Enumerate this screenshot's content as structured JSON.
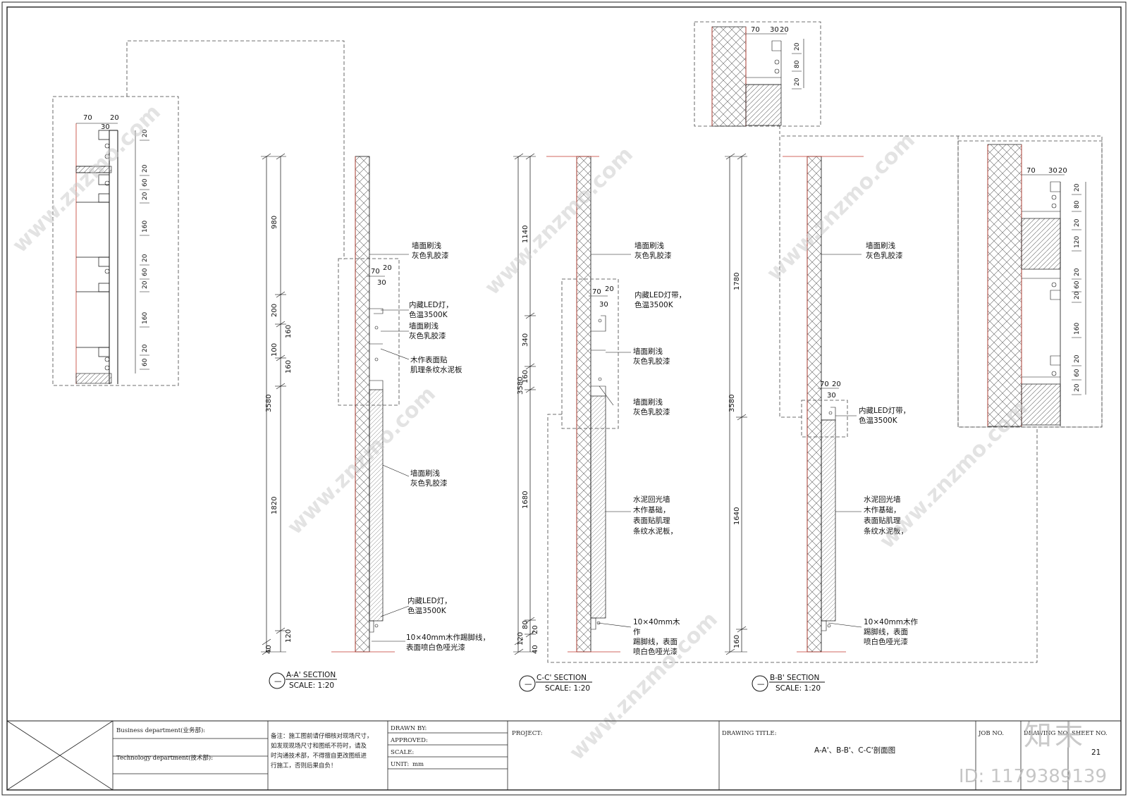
{
  "sections": {
    "aa": {
      "title": "A-A' SECTION",
      "scale": "SCALE: 1:20",
      "mark": "—",
      "dims": [
        "3580",
        "980",
        "200",
        "100",
        "1820",
        "40",
        "160",
        "160",
        "120"
      ],
      "detail_top": [
        "70",
        "20",
        "30"
      ],
      "labels": {
        "paint1": [
          "墙面刷浅",
          "灰色乳胶漆"
        ],
        "led1": [
          "内藏LED灯，",
          "色温3500K"
        ],
        "paint2": [
          "墙面刷浅",
          "灰色乳胶漆"
        ],
        "wood": [
          "木作表面贴",
          "肌理条纹水泥板"
        ],
        "paint3": [
          "墙面刷浅",
          "灰色乳胶漆"
        ],
        "led2": [
          "内藏LED灯，",
          "色温3500K"
        ],
        "skirting": [
          "10×40mm木作踢脚线，",
          "表面喷白色哑光漆"
        ]
      }
    },
    "cc": {
      "title": "C-C' SECTION",
      "scale": "SCALE: 1:20",
      "mark": "—",
      "dims": [
        "3580",
        "1140",
        "340",
        "160",
        "1680",
        "80",
        "120",
        "20",
        "40"
      ],
      "detail_top": [
        "70",
        "20",
        "30"
      ],
      "labels": {
        "paint1": [
          "墙面刷浅",
          "灰色乳胶漆"
        ],
        "led1": [
          "内藏LED灯带，",
          "色温3500K"
        ],
        "paint2": [
          "墙面刷浅",
          "灰色乳胶漆"
        ],
        "paint3": [
          "墙面刷浅",
          "灰色乳胶漆"
        ],
        "cement": [
          "水泥回光墙",
          "木作基础，",
          "表面贴肌理",
          "条纹水泥板，"
        ],
        "skirting": [
          "10×40mm木",
          "作",
          "踢脚线，表面",
          "喷白色哑光漆"
        ]
      }
    },
    "bb": {
      "title": "B-B' SECTION",
      "scale": "SCALE: 1:20",
      "mark": "—",
      "dims": [
        "3580",
        "1780",
        "1640",
        "160"
      ],
      "detail_top": [
        "70",
        "20",
        "30"
      ],
      "labels": {
        "paint1": [
          "墙面刷浅",
          "灰色乳胶漆"
        ],
        "led1": [
          "内藏LED灯带，",
          "色温3500K"
        ],
        "cement": [
          "水泥回光墙",
          "木作基础，",
          "表面贴肌理",
          "条纹水泥板，"
        ],
        "skirting": [
          "10×40mm木作",
          "踢脚线，表面",
          "喷白色哑光漆"
        ]
      }
    }
  },
  "detail_a": {
    "top": [
      "70",
      "20",
      "30"
    ],
    "dims": [
      "20",
      "20",
      "60",
      "20",
      "160",
      "20",
      "60",
      "20",
      "160",
      "20",
      "60"
    ]
  },
  "detail_b": {
    "top": [
      "70",
      "30",
      "20"
    ],
    "dims": [
      "20",
      "80",
      "20"
    ]
  },
  "detail_c": {
    "top": [
      "70",
      "30",
      "20"
    ],
    "dims": [
      "20",
      "80",
      "20",
      "120",
      "20",
      "60",
      "20",
      "160",
      "20",
      "60",
      "20"
    ]
  },
  "title_block": {
    "business": "Business department(业务部):",
    "technology": "Technology department(技术部):",
    "notes": [
      "备注：施工图前请仔细核对现场尺寸，",
      "如发现现场尺寸和图纸不符时，请及",
      "时沟通技术部，不得擅自更改图纸进",
      "行施工，否则后果自负！"
    ],
    "drawn_by": "DRAWN BY:",
    "approved": "APPROVED:",
    "scale": "SCALE:",
    "unit_label": "UNIT:",
    "unit_value": "mm",
    "project": "PROJECT:",
    "drawing_title_label": "DRAWING TITLE:",
    "drawing_title": "A-A'、B-B'、C-C'剖面图",
    "job_no": "JOB NO.",
    "drawing_no": "DRAWING NO.",
    "sheet_no": "SHEET NO.",
    "sheet_value": "21"
  },
  "watermark": {
    "site": "www.znzmo.com",
    "brand_cn": "知末",
    "id": "ID: 1179389139"
  },
  "colors": {
    "line": "#111111",
    "red": "#c0392b",
    "dash": "#444444",
    "hatch": "#555555"
  }
}
